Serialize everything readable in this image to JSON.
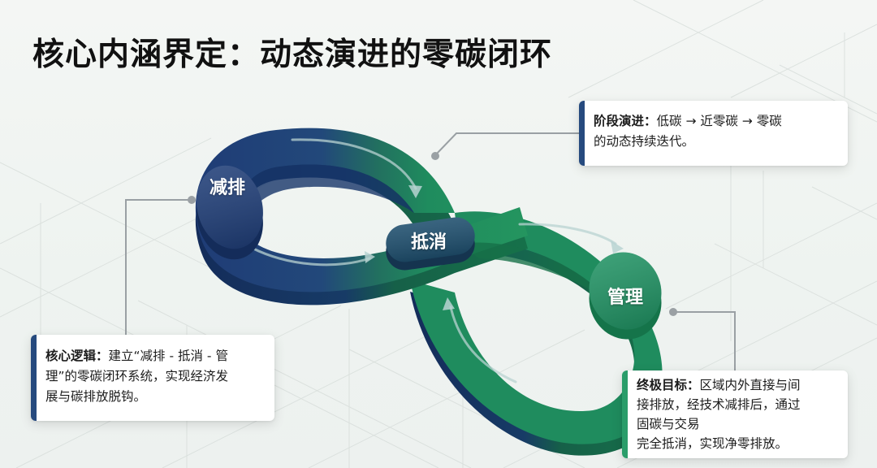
{
  "title": "核心内涵界定：动态演进的零碳闭环",
  "colors": {
    "navy": "#1f3f78",
    "green": "#1e8c5c",
    "card_accent_blue": "#264a7e",
    "card_accent_green": "#2a9d6a",
    "connector": "#9aa0a4"
  },
  "loop": {
    "nodes": [
      {
        "id": "reduce",
        "label": "减排"
      },
      {
        "id": "offset",
        "label": "抵消"
      },
      {
        "id": "manage",
        "label": "管理"
      }
    ]
  },
  "cards": {
    "stage": {
      "lead": "阶段演进：",
      "line1": "低碳 → 近零碳 → 零碳",
      "line2": "的动态持续迭代。"
    },
    "logic": {
      "lead": "核心逻辑：",
      "line1": "建立“减排 - 抵消 - 管",
      "line2": "理”的零碳闭环系统，实现经济发",
      "line3": "展与碳排放脱钩。"
    },
    "goal": {
      "lead": "终极目标：",
      "line1": "区域内外直接与间",
      "line2": "接排放，经技术减排后，通过",
      "line3": "固碳与交易",
      "line4": "完全抵消，实现净零排放。"
    }
  }
}
